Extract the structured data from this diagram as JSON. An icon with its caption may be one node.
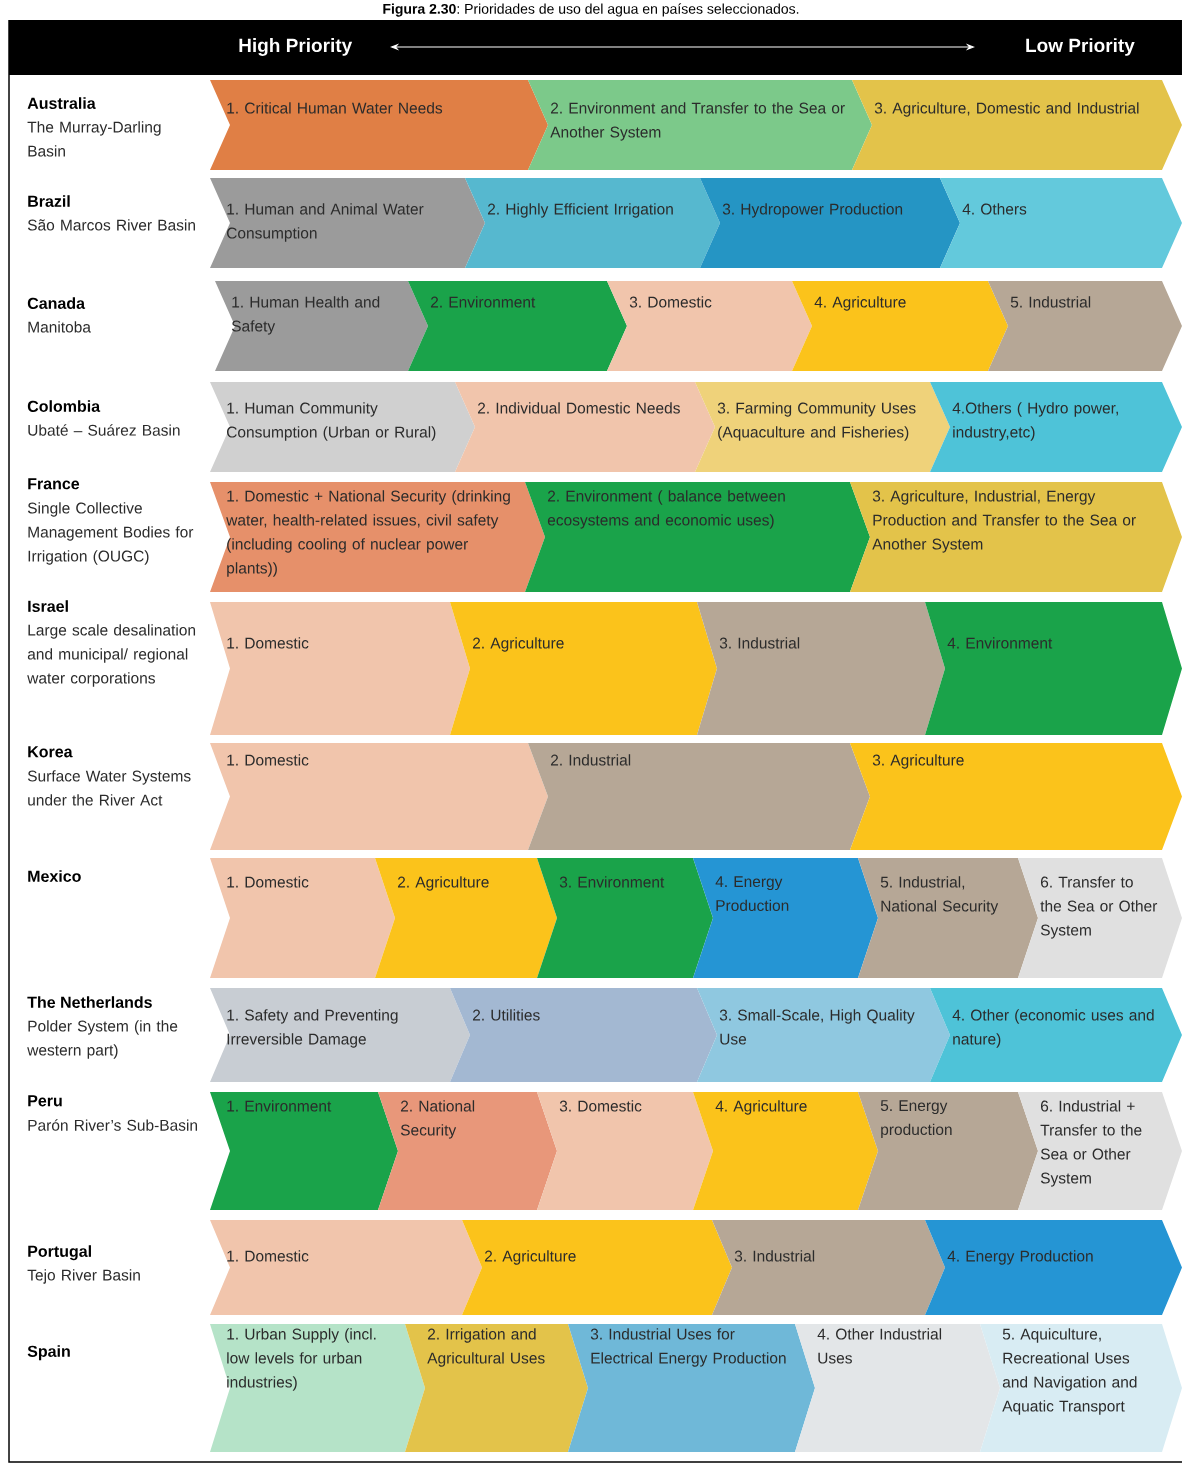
{
  "diagram": {
    "title": "**Figura 2.30**: Prioridades de uso del agua en países seleccionados.",
    "nodes": [
      {
        "text": [
          "1. Critical Human Water Needs"
        ]
      },
      {
        "text": [
          "2. Environment and Transfer to the Sea or Another System"
        ]
      },
      {
        "text": [
          "3. Agriculture, Domestic and Industrial"
        ]
      },
      {
        "text": [
          "1. Human and Animal Water Consumption"
        ]
      },
      {
        "text": [
          "2. Highly Efficient Irrigation"
        ]
      },
      {
        "text": [
          "3. Hydropower Production"
        ]
      },
      {
        "text": [
          "4. Others"
        ]
      },
      {
        "text": [
          "1. Human Health and Safety"
        ]
      },
      {
        "text": [
          "2. Environment"
        ]
      },
      {
        "text": [
          "3. Domestic"
        ]
      },
      {
        "text": [
          "4. Agriculture"
        ]
      },
      {
        "text": [
          "5. Industrial"
        ]
      },
      {
        "text": [
          "1. Human Community Consumption (Urban or Rural)"
        ]
      },
      {
        "text": [
          "2. Individual Domestic Needs"
        ]
      },
      {
        "text": [
          "3. Farming Community Uses (Aquaculture and Fisheries)"
        ]
      },
      {
        "text": [
          "4.Others ( Hydro power, industry,etc)"
        ]
      },
      {
        "text": [
          "1. Domestic + National Security (drinking water, health-related issues, civil safety (including cooling of nuclear power plants))"
        ]
      },
      {
        "text": [
          "2. Environment ( balance between ecosystems and economic uses)"
        ]
      },
      {
        "text": [
          "3. Agriculture, Industrial, Energy Production and Transfer to the Sea or Another System"
        ]
      },
      {
        "text": [
          "1. Domestic"
        ]
      },
      {
        "text": [
          "2. Agriculture"
        ]
      },
      {
        "text": [
          "3. Industrial"
        ]
      },
      {
        "text": [
          "4. Environment"
        ]
      },
      {
        "text": [
          "1. Domestic"
        ]
      },
      {
        "text": [
          "2. Industrial"
        ]
      },
      {
        "text": [
          "3. Agriculture"
        ]
      },
      {
        "text": [
          "1. Domestic"
        ]
      },
      {
        "text": [
          "2. Agriculture"
        ]
      },
      {
        "text": [
          "3. Environment"
        ]
      },
      {
        "text": [
          "4. Energy Production"
        ]
      },
      {
        "text": [
          "5. Industrial, National Security"
        ]
      },
      {
        "text": [
          "6. Transfer to the Sea or Other System"
        ]
      },
      {
        "text": [
          "1. Safety and Preventing Irreversible Damage"
        ]
      },
      {
        "text": [
          "2. Utilities"
        ]
      },
      {
        "text": [
          "3. Small-Scale, High Quality Use"
        ]
      },
      {
        "text": [
          "4. Other (economic uses and nature)"
        ]
      },
      {
        "text": [
          "1. Environment"
        ]
      },
      {
        "text": [
          "2. National Security"
        ]
      },
      {
        "text": [
          "3. Domestic"
        ]
      },
      {
        "text": [
          "4. Agriculture"
        ]
      },
      {
        "text": [
          "5. Energy production"
        ]
      },
      {
        "text": [
          "6. Industrial + Transfer to the Sea or Other System"
        ]
      },
      {
        "text": [
          "1. Domestic"
        ]
      },
      {
        "text": [
          "2. Agriculture"
        ]
      },
      {
        "text": [
          "3. Industrial"
        ]
      },
      {
        "text": [
          "4. Energy Production"
        ]
      },
      {
        "text": [
          "1. Urban Supply (incl. low levels for urban industries)"
        ]
      },
      {
        "text": [
          "2. Irrigation and Agricultural Uses"
        ]
      },
      {
        "text": [
          "3. Industrial Uses for Electrical Energy Production"
        ]
      },
      {
        "text": [
          "4. Other Industrial Uses"
        ]
      },
      {
        "text": [
          "5. Aquiculture, Recreational Uses and Navigation and Aquatic Transport"
        ]
      }
    ],
    "labels": [
      "High Priority",
      "Low Priority",
      "Australia",
      "The Murray-Darling Basin",
      "Brazil",
      "São Marcos River Basin",
      "Canada",
      "Manitoba",
      "Colombia",
      "Ubaté – Suárez Basin",
      "France",
      "Single Collective Management Bodies for Irrigation (OUGC)",
      "Israel",
      "Large scale desalination and municipal/ regional water corporations",
      "Korea",
      "Surface Water Systems under the River Act",
      "Mexico",
      "The Netherlands",
      "Polder System (in the western part)",
      "Peru",
      "Parón River’s Sub-Basin",
      "Portugal",
      "Tejo River Basin",
      "Spain"
    ]
  }
}
